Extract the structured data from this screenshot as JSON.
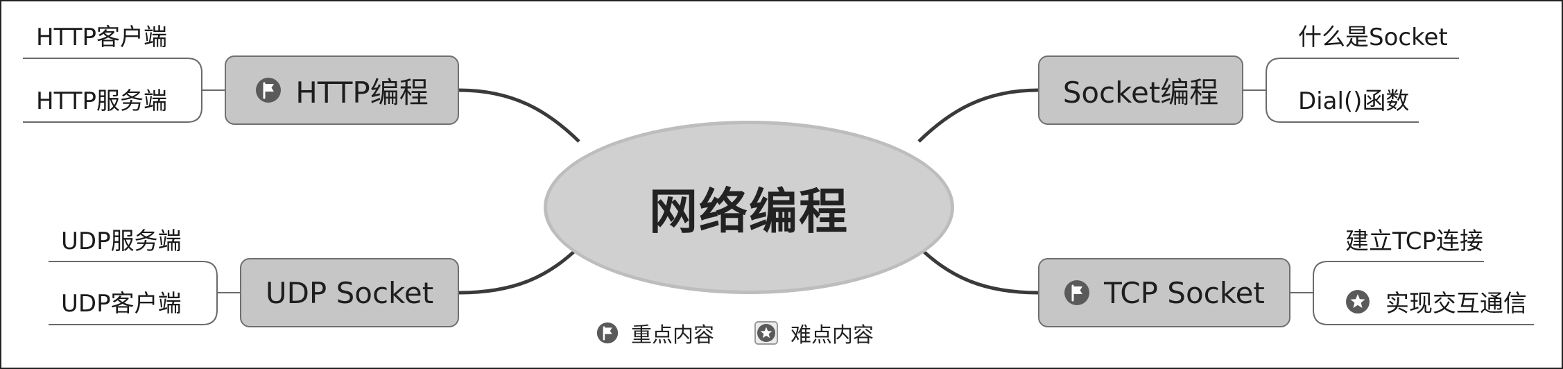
{
  "central": {
    "label": "网络编程"
  },
  "topics": {
    "http": {
      "label": "HTTP编程",
      "marker": "flag-icon",
      "subtopics": [
        "HTTP客户端",
        "HTTP服务端"
      ]
    },
    "socket": {
      "label": "Socket编程",
      "subtopics": [
        "什么是Socket",
        "Dial()函数"
      ]
    },
    "udp": {
      "label": "UDP Socket",
      "subtopics": [
        "UDP服务端",
        "UDP客户端"
      ]
    },
    "tcp": {
      "label": "TCP Socket",
      "marker": "flag-icon",
      "subtopics": [
        "建立TCP连接",
        "实现交互通信"
      ],
      "subtopic_markers": [
        "",
        "star-icon"
      ]
    }
  },
  "legend": [
    {
      "label": "重点内容",
      "marker": "flag-icon"
    },
    {
      "label": "难点内容",
      "marker": "star-icon"
    }
  ],
  "colors": {
    "topic_fill": "#c6c6c6",
    "central_fill": "#d0d0d0",
    "connector": "#3a3a3a",
    "marker": "#5a5a5a"
  }
}
